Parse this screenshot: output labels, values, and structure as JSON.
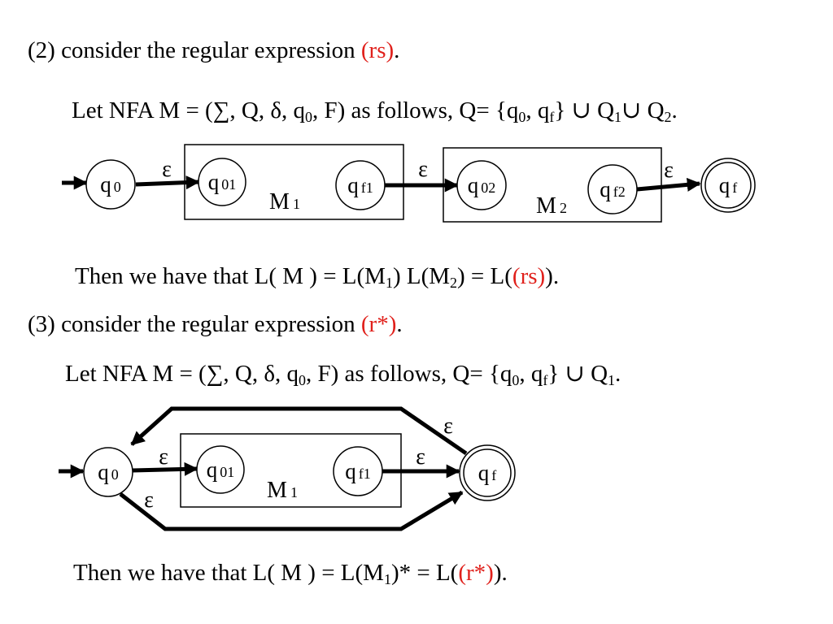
{
  "colors": {
    "accent": "#e0201b",
    "ink": "#000000"
  },
  "section2": {
    "heading_prefix": "(2) consider the regular expression ",
    "heading_expr": "(rs)",
    "heading_suffix": ".",
    "definition": {
      "prefix": "Let NFA M = (∑, Q, δ, q",
      "q0_sub": "0",
      "mid": ", F) as follows, Q= {q",
      "set_q0_sub": "0",
      "comma": ", q",
      "set_qf_sub": "f",
      "union": "} ∪ Q",
      "q1_sub": "1",
      "union2": "∪ Q",
      "q2_sub": "2",
      "end": "."
    },
    "diagram": {
      "states": {
        "q0": {
          "label": "q",
          "sub": "0"
        },
        "q01": {
          "label": "q",
          "sub": "01"
        },
        "qf1": {
          "label": "q",
          "sub": "f1"
        },
        "q02": {
          "label": "q",
          "sub": "02"
        },
        "qf2": {
          "label": "q",
          "sub": "f2"
        },
        "qf": {
          "label": "q",
          "sub": "f"
        }
      },
      "boxes": {
        "m1": {
          "label": "M",
          "sub": "1"
        },
        "m2": {
          "label": "M",
          "sub": "2"
        }
      },
      "transitions": {
        "eps1": "ε",
        "eps2": "ε",
        "eps3": "ε"
      }
    },
    "conclusion": {
      "prefix": "Then we have that L( M ) = L(M",
      "m1_sub": "1",
      "mid": ") L(M",
      "m2_sub": "2",
      "mid2": ") = L(",
      "expr": "(rs)",
      "end": ")."
    }
  },
  "section3": {
    "heading_prefix": "(3) consider the regular expression ",
    "heading_expr": "(r*)",
    "heading_suffix": ".",
    "definition": {
      "prefix": "Let NFA M = (∑, Q, δ, q",
      "q0_sub": "0",
      "mid": ", F) as follows, Q= {q",
      "set_q0_sub": "0",
      "comma": ", q",
      "set_qf_sub": "f",
      "union": "} ∪ Q",
      "q1_sub": "1",
      "end": "."
    },
    "diagram": {
      "states": {
        "q0": {
          "label": "q",
          "sub": "0"
        },
        "q01": {
          "label": "q",
          "sub": "01"
        },
        "qf1": {
          "label": "q",
          "sub": "f1"
        },
        "qf": {
          "label": "q",
          "sub": "f"
        }
      },
      "boxes": {
        "m1": {
          "label": "M",
          "sub": "1"
        }
      },
      "transitions": {
        "eps_in": "ε",
        "eps_out": "ε",
        "eps_back": "ε",
        "eps_skip": "ε"
      }
    },
    "conclusion": {
      "prefix": "Then we have that L( M ) = L(M",
      "m1_sub": "1",
      "mid": ")* = L(",
      "expr": "(r*)",
      "end": ")."
    }
  }
}
